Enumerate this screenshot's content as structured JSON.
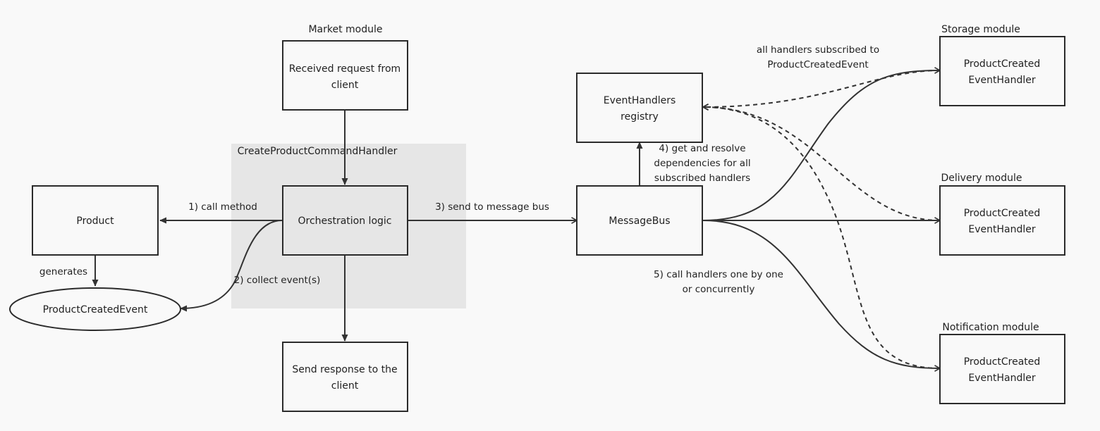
{
  "groups": {
    "command_handler": "CreateProductCommandHandler"
  },
  "modules": {
    "market": "Market module",
    "storage": "Storage module",
    "delivery": "Delivery module",
    "notification": "Notification module"
  },
  "nodes": {
    "received_request": [
      "Received request from",
      "client"
    ],
    "orchestration": "Orchestration logic",
    "send_response": [
      "Send response to the",
      "client"
    ],
    "product": "Product",
    "product_created_event": "ProductCreatedEvent",
    "message_bus": "MessageBus",
    "event_handlers_registry": [
      "EventHandlers",
      "registry"
    ],
    "storage_handler": [
      "ProductCreated",
      "EventHandler"
    ],
    "delivery_handler": [
      "ProductCreated",
      "EventHandler"
    ],
    "notification_handler": [
      "ProductCreated",
      "EventHandler"
    ]
  },
  "edge_labels": {
    "call_method": "1) call method",
    "collect_events": "2) collect event(s)",
    "send_to_bus": "3) send to message bus",
    "get_resolve": [
      "4) get and resolve",
      "dependencies for all",
      "subscribed handlers"
    ],
    "call_handlers": [
      "5) call handlers one by one",
      "or concurrently"
    ],
    "generates": "generates",
    "all_subscribed": [
      "all handlers subscribed to",
      "ProductCreatedEvent"
    ]
  },
  "colors": {
    "group_fill": "#e6e6e6",
    "line": "#333333",
    "background": "#f9f9f9"
  }
}
